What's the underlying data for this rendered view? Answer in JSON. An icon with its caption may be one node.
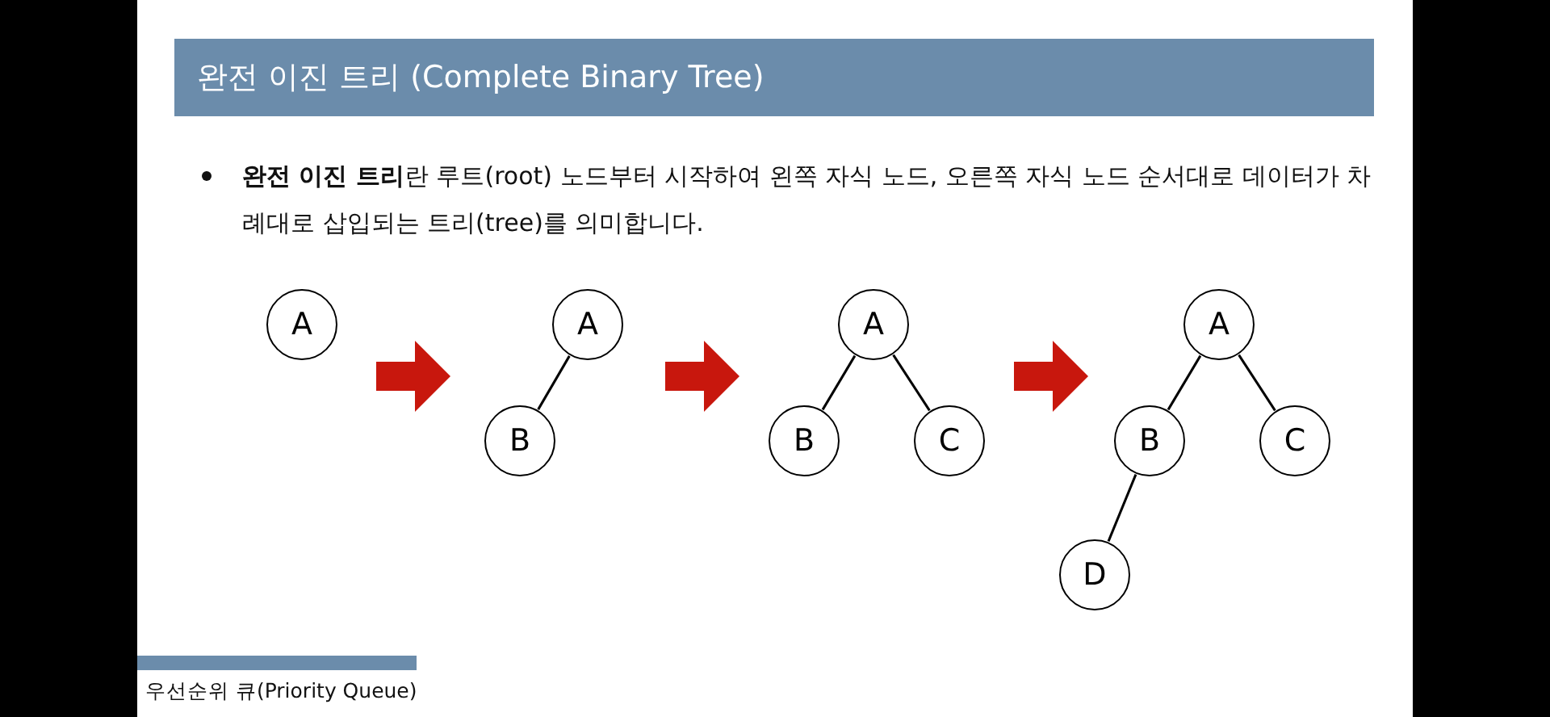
{
  "diagram": {
    "title": "완전 이진 트리 (Complete Binary Tree)",
    "nodes": [
      {
        "text": [
          "A"
        ]
      },
      {
        "text": [
          "A"
        ]
      },
      {
        "text": [
          "B"
        ]
      },
      {
        "text": [
          "A"
        ]
      },
      {
        "text": [
          "B"
        ]
      },
      {
        "text": [
          "C"
        ]
      },
      {
        "text": [
          "A"
        ]
      },
      {
        "text": [
          "B"
        ]
      },
      {
        "text": [
          "C"
        ]
      },
      {
        "text": [
          "D"
        ]
      }
    ],
    "edges": [
      {
        "from": 1,
        "to": 2,
        "arrow": "none"
      },
      {
        "from": 3,
        "to": 4,
        "arrow": "none"
      },
      {
        "from": 3,
        "to": 5,
        "arrow": "none"
      },
      {
        "from": 6,
        "to": 7,
        "arrow": "none"
      },
      {
        "from": 6,
        "to": 8,
        "arrow": "none"
      },
      {
        "from": 7,
        "to": 9,
        "arrow": "none"
      },
      {
        "from": 0,
        "to": 2,
        "arrow": "to",
        "style": "thick",
        "color": "#c8170d"
      },
      {
        "from": 1,
        "to": 4,
        "arrow": "to",
        "style": "thick",
        "color": "#c8170d"
      },
      {
        "from": 5,
        "to": 7,
        "arrow": "to",
        "style": "thick",
        "color": "#c8170d"
      }
    ],
    "labels": [
      "**완전 이진 트리**란 루트(root) 노드부터 시작하여 왼쪽 자식 노드, 오른쪽 자식 노드 순서대로 데이터가 차례대로 삽입되는 트리(tree)를 의미합니다.",
      "우선순위 큐(Priority Queue)"
    ]
  }
}
